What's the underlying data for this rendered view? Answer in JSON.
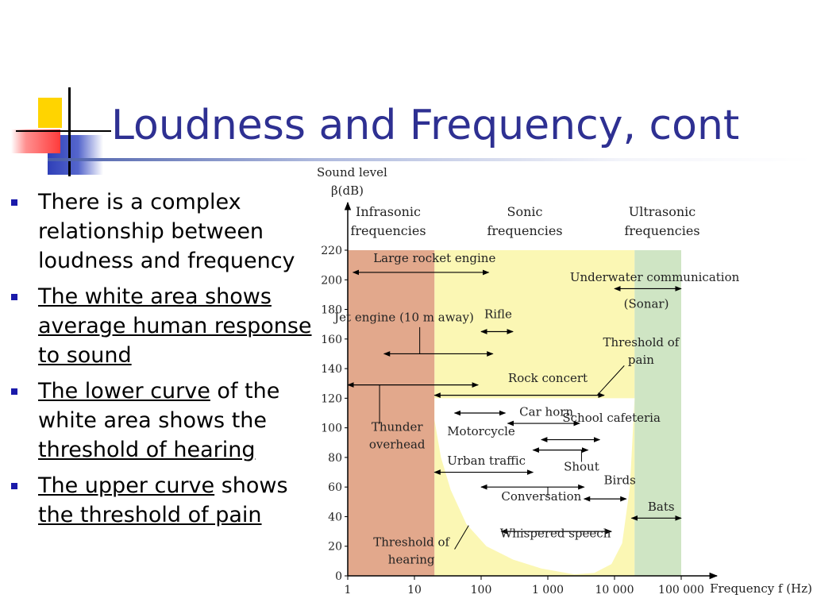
{
  "title": "Loudness and Frequency, cont",
  "bullets": [
    {
      "segments": [
        {
          "text": "There is a complex relationship between loudness and frequency",
          "u": false
        }
      ]
    },
    {
      "segments": [
        {
          "text": "The white area shows average human response to sound",
          "u": true
        }
      ]
    },
    {
      "segments": [
        {
          "text": "The lower curve",
          "u": true
        },
        {
          "text": " of the white area shows the ",
          "u": false
        },
        {
          "text": "threshold of hearing",
          "u": true
        }
      ]
    },
    {
      "segments": [
        {
          "text": "The upper curve",
          "u": true
        },
        {
          "text": " shows ",
          "u": false
        },
        {
          "text": "the threshold of pain",
          "u": true
        }
      ]
    }
  ],
  "chart_data": {
    "type": "area",
    "ylabel": [
      "Sound level",
      "β(dB)"
    ],
    "xlabel": "Frequency f (Hz)",
    "x_scale": "log",
    "x_ticks": [
      {
        "v": 1,
        "label": "1"
      },
      {
        "v": 10,
        "label": "10"
      },
      {
        "v": 100,
        "label": "100"
      },
      {
        "v": 1000,
        "label": "1 000"
      },
      {
        "v": 10000,
        "label": "10 000"
      },
      {
        "v": 100000,
        "label": "100 000"
      }
    ],
    "y_ticks": [
      0,
      20,
      40,
      60,
      80,
      100,
      120,
      140,
      160,
      180,
      200,
      220
    ],
    "ylim": [
      0,
      220
    ],
    "regions": [
      {
        "name": "Infrasonic frequencies",
        "label": [
          "Infrasonic",
          "frequencies"
        ],
        "x0": 1,
        "x1": 20,
        "color": "#E2A88C"
      },
      {
        "name": "Sonic frequencies",
        "label": [
          "Sonic",
          "frequencies"
        ],
        "x0": 20,
        "x1": 20000,
        "color": "#FBF7B4"
      },
      {
        "name": "Ultrasonic frequencies",
        "label": [
          "Ultrasonic",
          "frequencies"
        ],
        "x0": 20000,
        "x1": 100000,
        "color": "#CFE5C4"
      }
    ],
    "hearing_area": {
      "threshold_of_hearing": [
        [
          20,
          105
        ],
        [
          25,
          80
        ],
        [
          35,
          58
        ],
        [
          60,
          35
        ],
        [
          120,
          20
        ],
        [
          300,
          11
        ],
        [
          800,
          5
        ],
        [
          2500,
          1
        ],
        [
          5000,
          2
        ],
        [
          9000,
          8
        ],
        [
          13000,
          22
        ],
        [
          17000,
          60
        ],
        [
          20000,
          120
        ]
      ],
      "threshold_of_pain": [
        [
          20,
          120
        ],
        [
          20000,
          120
        ]
      ]
    },
    "sources": [
      {
        "label": "Large rocket engine",
        "x0": 1.2,
        "x1": 130,
        "y": 205,
        "tx": 20,
        "ty": 212,
        "anchor": "middle"
      },
      {
        "label": "Underwater communication",
        "x0": 10000,
        "x1": 100000,
        "y": 194,
        "tx": 40000,
        "ty": 199,
        "anchor": "middle"
      },
      {
        "label": "(Sonar)",
        "x0": null,
        "x1": null,
        "y": null,
        "tx": 30000,
        "ty": 181,
        "anchor": "middle"
      },
      {
        "label": "Jet engine (10 m away)",
        "x0": 3.5,
        "x1": 150,
        "y": 150,
        "tx": 7,
        "ty": 172,
        "anchor": "middle"
      },
      {
        "label": "Rifle",
        "x0": 100,
        "x1": 300,
        "y": 165,
        "tx": 180,
        "ty": 174,
        "anchor": "middle"
      },
      {
        "label": "Threshold of pain",
        "lines": [
          "Threshold of",
          "pain"
        ],
        "x0": null,
        "x1": null,
        "y": null,
        "tx": 25000,
        "ty": 155,
        "anchor": "middle"
      },
      {
        "label": "Rock concert",
        "x0": 1,
        "x1": 90,
        "y": 129,
        "tx": 1000,
        "ty": 131,
        "anchor": "middle"
      },
      {
        "label": "Rock concert (audible range)",
        "x0": 20,
        "x1": 7000,
        "y": 122,
        "hidden_label": true
      },
      {
        "label": "Thunder overhead",
        "lines": [
          "Thunder",
          "overhead"
        ],
        "x0": null,
        "x1": null,
        "y": null,
        "tx": 5.5,
        "ty": 98,
        "anchor": "middle"
      },
      {
        "label": "Car horn",
        "x0": 250,
        "x1": 3000,
        "y": 103,
        "tx": 950,
        "ty": 108,
        "anchor": "middle"
      },
      {
        "label": "Motorcycle",
        "x0": 40,
        "x1": 230,
        "y": 110,
        "tx": 100,
        "ty": 95,
        "anchor": "middle"
      },
      {
        "label": "School cafeteria",
        "x0": 800,
        "x1": 6000,
        "y": 92,
        "tx": 9000,
        "ty": 104,
        "anchor": "middle"
      },
      {
        "label": "Shout",
        "x0": 600,
        "x1": 4000,
        "y": 85,
        "tx": 3200,
        "ty": 71,
        "anchor": "middle"
      },
      {
        "label": "Urban traffic",
        "x0": 20,
        "x1": 600,
        "y": 70,
        "tx": 120,
        "ty": 75,
        "anchor": "middle"
      },
      {
        "label": "Birds",
        "x0": 3500,
        "x1": 15000,
        "y": 52,
        "tx": 12000,
        "ty": 62,
        "anchor": "middle"
      },
      {
        "label": "Conversation",
        "x0": 100,
        "x1": 3500,
        "y": 60,
        "tx": 800,
        "ty": 51,
        "anchor": "middle"
      },
      {
        "label": "Bats",
        "x0": 18000,
        "x1": 100000,
        "y": 39,
        "tx": 50000,
        "ty": 44,
        "anchor": "middle"
      },
      {
        "label": "Whispered speech",
        "x0": 200,
        "x1": 9000,
        "y": 30,
        "tx": 1300,
        "ty": 26,
        "anchor": "middle"
      },
      {
        "label": "Threshold of hearing",
        "lines": [
          "Threshold of",
          "hearing"
        ],
        "x0": null,
        "x1": null,
        "y": null,
        "tx": 9,
        "ty": 20,
        "anchor": "middle"
      }
    ]
  }
}
